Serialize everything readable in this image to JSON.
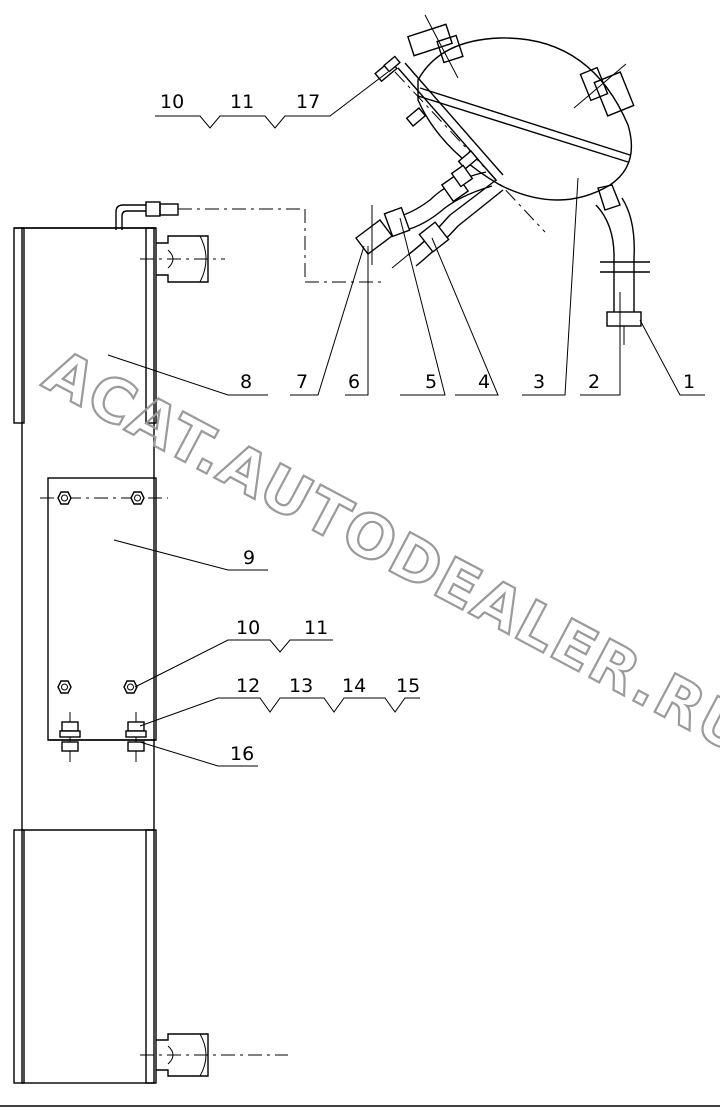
{
  "watermark": "ACAT.AUTODEALER.RU",
  "callouts": {
    "c1": "1",
    "c2": "2",
    "c3": "3",
    "c4": "4",
    "c5": "5",
    "c6": "6",
    "c7": "7",
    "c8": "8",
    "c9": "9",
    "c10a": "10",
    "c11a": "11",
    "c17": "17",
    "c10b": "10",
    "c11b": "11",
    "c12": "12",
    "c13": "13",
    "c14": "14",
    "c15": "15",
    "c16": "16"
  }
}
